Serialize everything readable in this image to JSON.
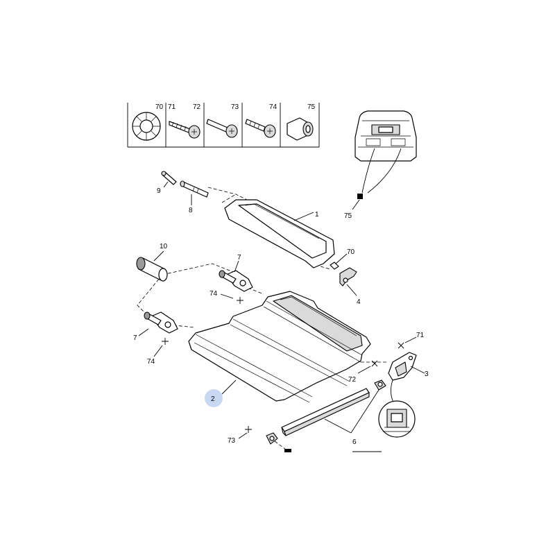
{
  "legend": {
    "items": [
      {
        "ref": "70"
      },
      {
        "ref": "71"
      },
      {
        "ref": "72"
      },
      {
        "ref": "73"
      },
      {
        "ref": "74"
      },
      {
        "ref": "75"
      }
    ]
  },
  "labels": {
    "l1": "1",
    "l2": "2",
    "l3": "3",
    "l4": "4",
    "l6": "6",
    "l7a": "7",
    "l7b": "7",
    "l8": "8",
    "l9": "9",
    "l10": "10",
    "l70": "70",
    "l71": "71",
    "l72": "72",
    "l73": "73",
    "l74a": "74",
    "l74b": "74",
    "l75": "75"
  },
  "colors": {
    "line": "#000000",
    "highlight": "#c9d8f2"
  }
}
